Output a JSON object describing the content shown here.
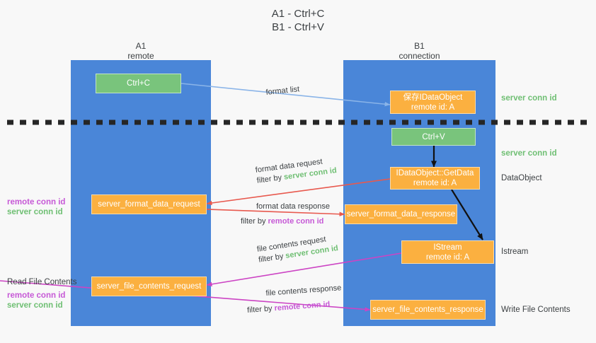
{
  "title": {
    "line1": "A1 - Ctrl+C",
    "line2": "B1 - Ctrl+V"
  },
  "colors": {
    "lane": "#4a86d8",
    "green_node": "#79c47c",
    "orange_node": "#fbb040",
    "remote_conn_id": "#c659d6",
    "server_conn_id": "#6fbf73",
    "blue_arrow": "#8ab4e8",
    "red_arrow": "#e8594e",
    "magenta_arrow": "#cc44c4",
    "black_arrow": "#000000",
    "divider": "#262626",
    "background": "#f8f8f8"
  },
  "columns": [
    {
      "name": "A1",
      "sub": "remote"
    },
    {
      "name": "B1",
      "sub": "connection"
    }
  ],
  "nodes": [
    {
      "id": "ctrl-c",
      "label": "Ctrl+C",
      "sub": "",
      "style": "green"
    },
    {
      "id": "save-idataobject",
      "label": "保存IDataObject",
      "sub": "remote id: A",
      "style": "orange"
    },
    {
      "id": "ctrl-v",
      "label": "Ctrl+V",
      "sub": "",
      "style": "green"
    },
    {
      "id": "getdata",
      "label": "IDataObject::GetData",
      "sub": "remote id: A",
      "style": "orange"
    },
    {
      "id": "server-format-data-request",
      "label": "server_format_data_request",
      "sub": "",
      "style": "orange"
    },
    {
      "id": "server-format-data-response",
      "label": "server_format_data_response",
      "sub": "",
      "style": "orange"
    },
    {
      "id": "istream",
      "label": "IStream",
      "sub": "remote id: A",
      "style": "orange"
    },
    {
      "id": "server-file-contents-request",
      "label": "server_file_contents_request",
      "sub": "",
      "style": "orange"
    },
    {
      "id": "server-file-contents-response",
      "label": "server_file_contents_response",
      "sub": "",
      "style": "orange"
    }
  ],
  "edges": [
    {
      "id": "format-list",
      "label": "format list",
      "filter_prefix": "",
      "filter_target": "",
      "color": "#8ab4e8"
    },
    {
      "id": "format-data-request",
      "label": "format data request",
      "filter_prefix": "filter by ",
      "filter_target": "server conn id",
      "color": "#e8594e"
    },
    {
      "id": "format-data-response",
      "label": "format data response",
      "filter_prefix": "filter by ",
      "filter_target": "remote conn id",
      "color": "#e8594e"
    },
    {
      "id": "file-contents-request",
      "label": "file contents request",
      "filter_prefix": "filter by ",
      "filter_target": "server conn id",
      "color": "#cc44c4"
    },
    {
      "id": "file-contents-response",
      "label": "file contents response",
      "filter_prefix": "filter by ",
      "filter_target": "remote conn id",
      "color": "#cc44c4"
    }
  ],
  "right_annotations": [
    {
      "id": "server-conn-id-1",
      "text": "server conn id",
      "kind": "server"
    },
    {
      "id": "server-conn-id-2",
      "text": "server conn id",
      "kind": "server"
    },
    {
      "id": "dataobject",
      "text": "DataObject",
      "kind": "plain"
    },
    {
      "id": "istream-label",
      "text": "Istream",
      "kind": "plain"
    },
    {
      "id": "write-file-contents",
      "text": "Write File Contents",
      "kind": "plain"
    }
  ],
  "left_annotations": [
    {
      "id": "mid-remote",
      "text": "remote conn id",
      "kind": "remote"
    },
    {
      "id": "mid-server",
      "text": "server conn id",
      "kind": "server"
    },
    {
      "id": "read-file-contents",
      "text": "Read File Contents",
      "kind": "plain"
    },
    {
      "id": "bottom-remote",
      "text": "remote conn id",
      "kind": "remote"
    },
    {
      "id": "bottom-server",
      "text": "server conn id",
      "kind": "server"
    }
  ]
}
